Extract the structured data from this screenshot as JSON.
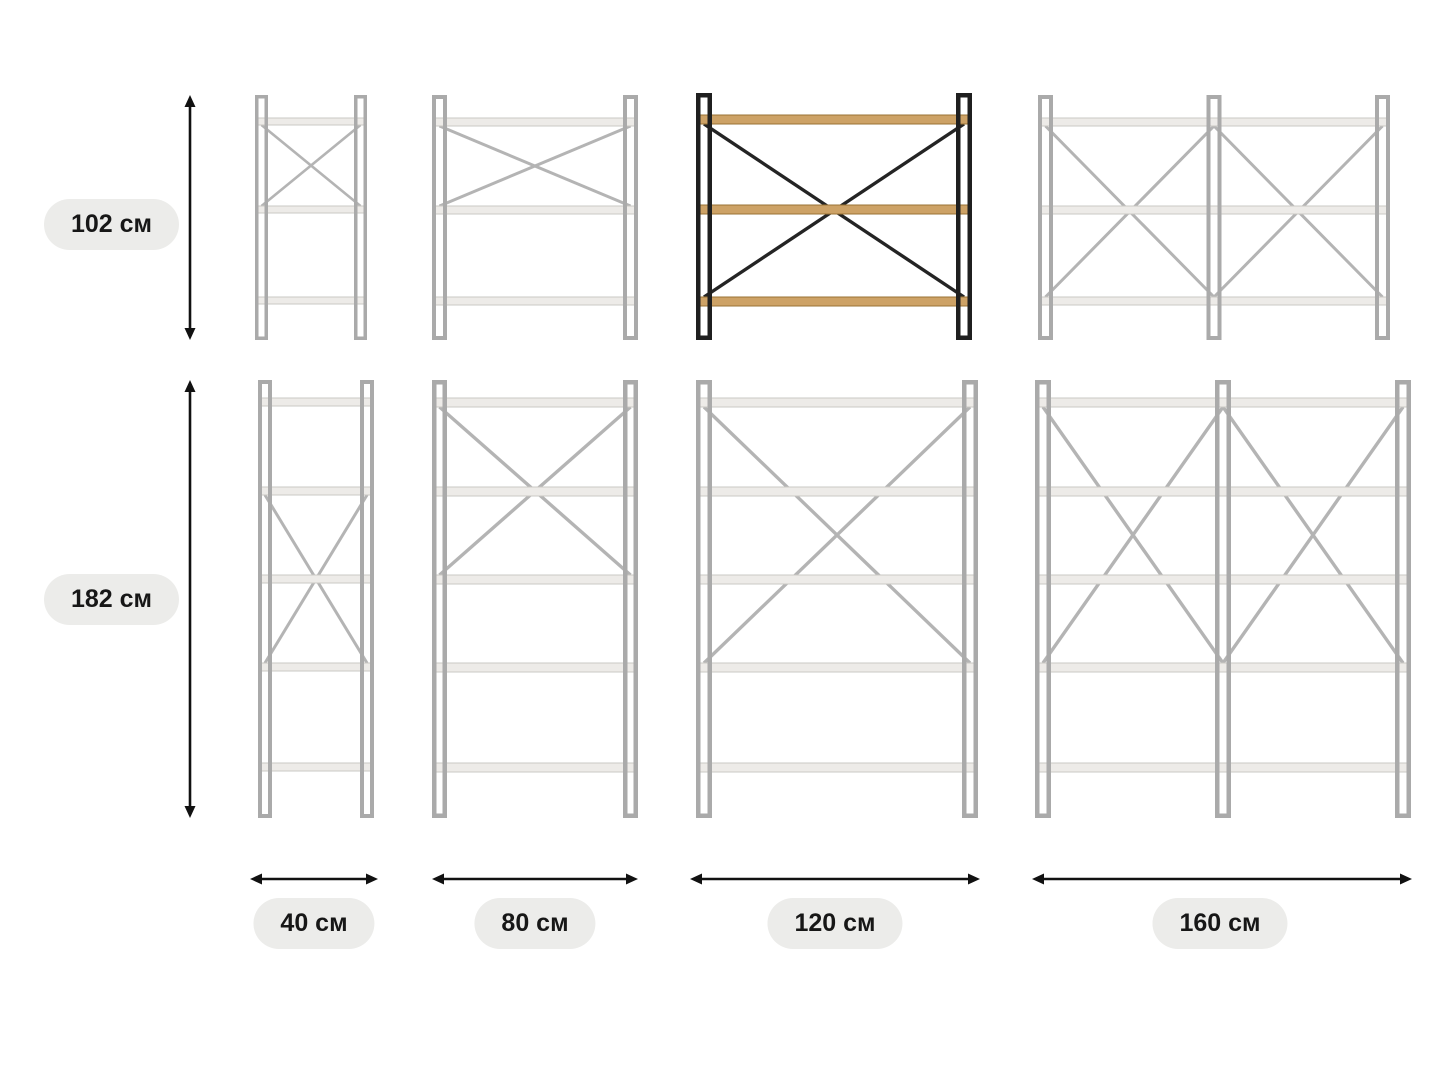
{
  "title": "Shelving unit size chart",
  "colors": {
    "background": "#ffffff",
    "pill_bg": "#ececea",
    "pill_text": "#171717",
    "arrow": "#111111",
    "gray_unit": {
      "frame": "#a3a3a3",
      "shelf": "#eceae7",
      "shelf_edge": "#c6c4c0",
      "brace": "#aeaeae"
    },
    "selected_unit": {
      "frame": "#1f1f1f",
      "shelf": "#cda266",
      "shelf_edge": "#9a7334",
      "brace": "#242424"
    }
  },
  "labels": {
    "heights": [
      {
        "label": "102 см"
      },
      {
        "label": "182 см"
      }
    ],
    "widths": [
      {
        "label": "40 см"
      },
      {
        "label": "80 см"
      },
      {
        "label": "120 см"
      },
      {
        "label": "160 см"
      }
    ]
  },
  "variants": [
    {
      "width_cm": 40,
      "height_cm": 102,
      "shelves": 3,
      "bays": 1,
      "selected": false
    },
    {
      "width_cm": 80,
      "height_cm": 102,
      "shelves": 3,
      "bays": 1,
      "selected": false
    },
    {
      "width_cm": 120,
      "height_cm": 102,
      "shelves": 3,
      "bays": 1,
      "selected": true
    },
    {
      "width_cm": 160,
      "height_cm": 102,
      "shelves": 3,
      "bays": 2,
      "selected": false
    },
    {
      "width_cm": 40,
      "height_cm": 182,
      "shelves": 5,
      "bays": 1,
      "selected": false
    },
    {
      "width_cm": 80,
      "height_cm": 182,
      "shelves": 5,
      "bays": 1,
      "selected": false
    },
    {
      "width_cm": 120,
      "height_cm": 182,
      "shelves": 5,
      "bays": 1,
      "selected": false
    },
    {
      "width_cm": 160,
      "height_cm": 182,
      "shelves": 5,
      "bays": 2,
      "selected": false
    }
  ]
}
